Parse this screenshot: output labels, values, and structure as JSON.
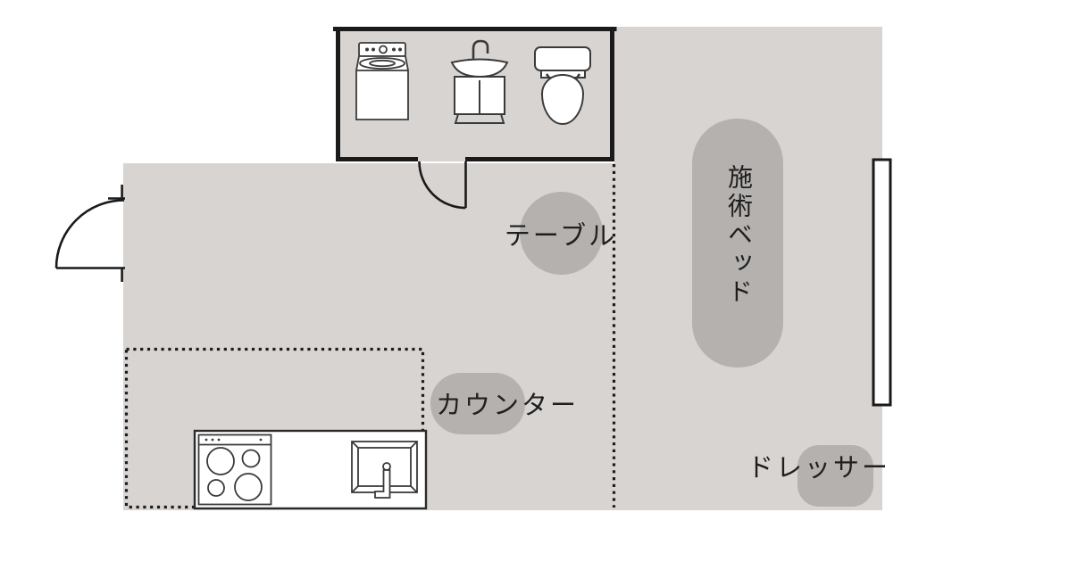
{
  "plan": {
    "labels": {
      "table": "テーブル",
      "counter": "カウンター",
      "treatment_bed": "施術ベッド",
      "dresser": "ドレッサー"
    },
    "rooms": {
      "bathroom_fixtures": [
        "washing-machine",
        "bathroom-sink",
        "toilet"
      ],
      "kitchen_fixtures": [
        "stove",
        "kitchen-sink"
      ],
      "wall_fixtures": [
        "mirror"
      ]
    },
    "colors": {
      "background": "#ffffff",
      "floor_fill": "#d8d4d2",
      "marker_fill": "#b4b1af",
      "wall_line": "#1a1a1a",
      "fixture_line": "#3a3a3a",
      "fixture_fill": "#ffffff"
    }
  }
}
